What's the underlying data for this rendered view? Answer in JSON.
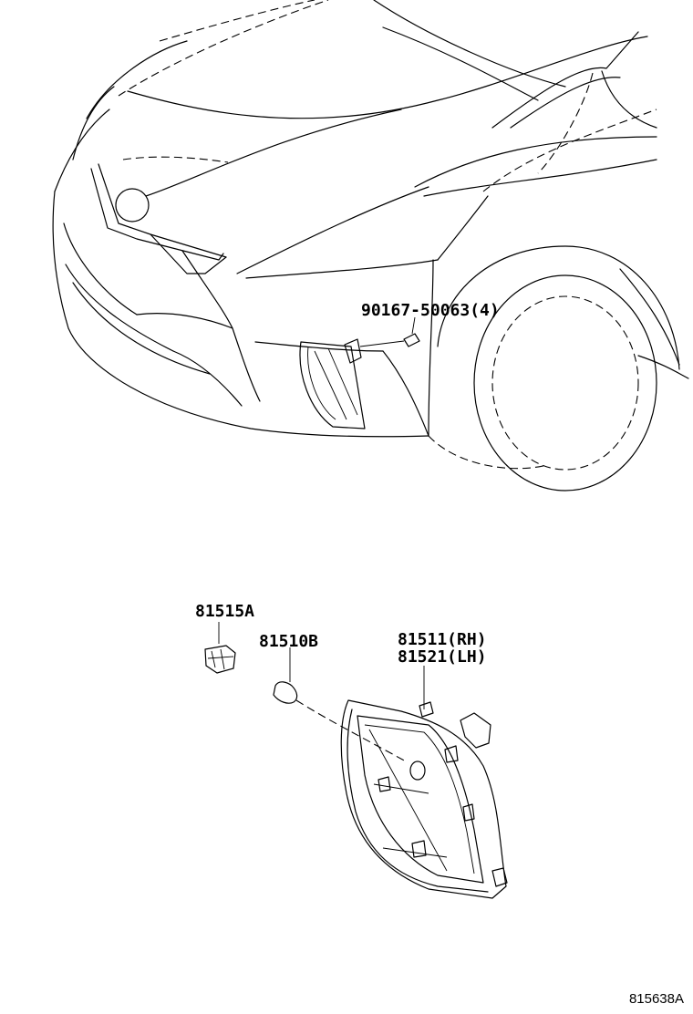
{
  "callouts": {
    "bolt": "90167-50063(4)",
    "socket": "81515A",
    "bulb": "81510B",
    "lamp_rh": "81511(RH)",
    "lamp_lh": "81521(LH)"
  },
  "figure_code": "815638A"
}
